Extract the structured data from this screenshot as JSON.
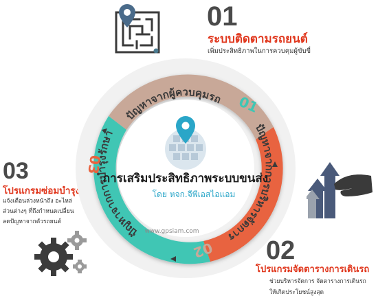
{
  "center": {
    "title": "การเสริมประสิทธิภาพระบบขนส่ง",
    "subtitle": "โดย หจก.จีพีเอสไอแอม",
    "watermark": "www.gpsiam.com",
    "icon": "map-pin-globe-icon"
  },
  "ring": [
    {
      "label": "ปัญหาจากผู้ควบคุมรถ",
      "num": "01",
      "color": "#c8a898"
    },
    {
      "label": "ปัญหาจากการบริหารจัดการ",
      "num": "02",
      "color": "#e8633f"
    },
    {
      "label": "ปัญหาจากการบำรุงรักษา",
      "num": "03",
      "color": "#3fc6b4"
    }
  ],
  "sections": [
    {
      "num": "01",
      "title": "ระบบติดตามรถยนต์",
      "desc": [
        "เพิ่มประสิทธิภาพในการควบคุมผู้ขับขี่"
      ],
      "icon": "maze-map-pin-icon"
    },
    {
      "num": "02",
      "title": "โปรแกรมจัดตารางการเดินรถ",
      "desc": [
        "ช่วยบริหารจัดการ จัดตารางการเดินรถ",
        "ให้เกิดประโยชน์สูงสุด"
      ],
      "icon": "growth-arrows-hand-icon"
    },
    {
      "num": "03",
      "title": "โปรแกรมซ่อมบำรุง",
      "desc": [
        "แจ้งเตือนล่วงหน้าถึง อะไหล่",
        "ส่วนต่างๆ ที่ถึงกำหนดเปลี่ยน",
        "ลดปัญหาจากตัวรถยนต์"
      ],
      "icon": "gears-icon"
    }
  ],
  "colors": {
    "accent": "#e0361c",
    "tan": "#c8a898",
    "orange": "#e8633f",
    "teal": "#3fc6b4",
    "number": "#4a4a4a"
  }
}
